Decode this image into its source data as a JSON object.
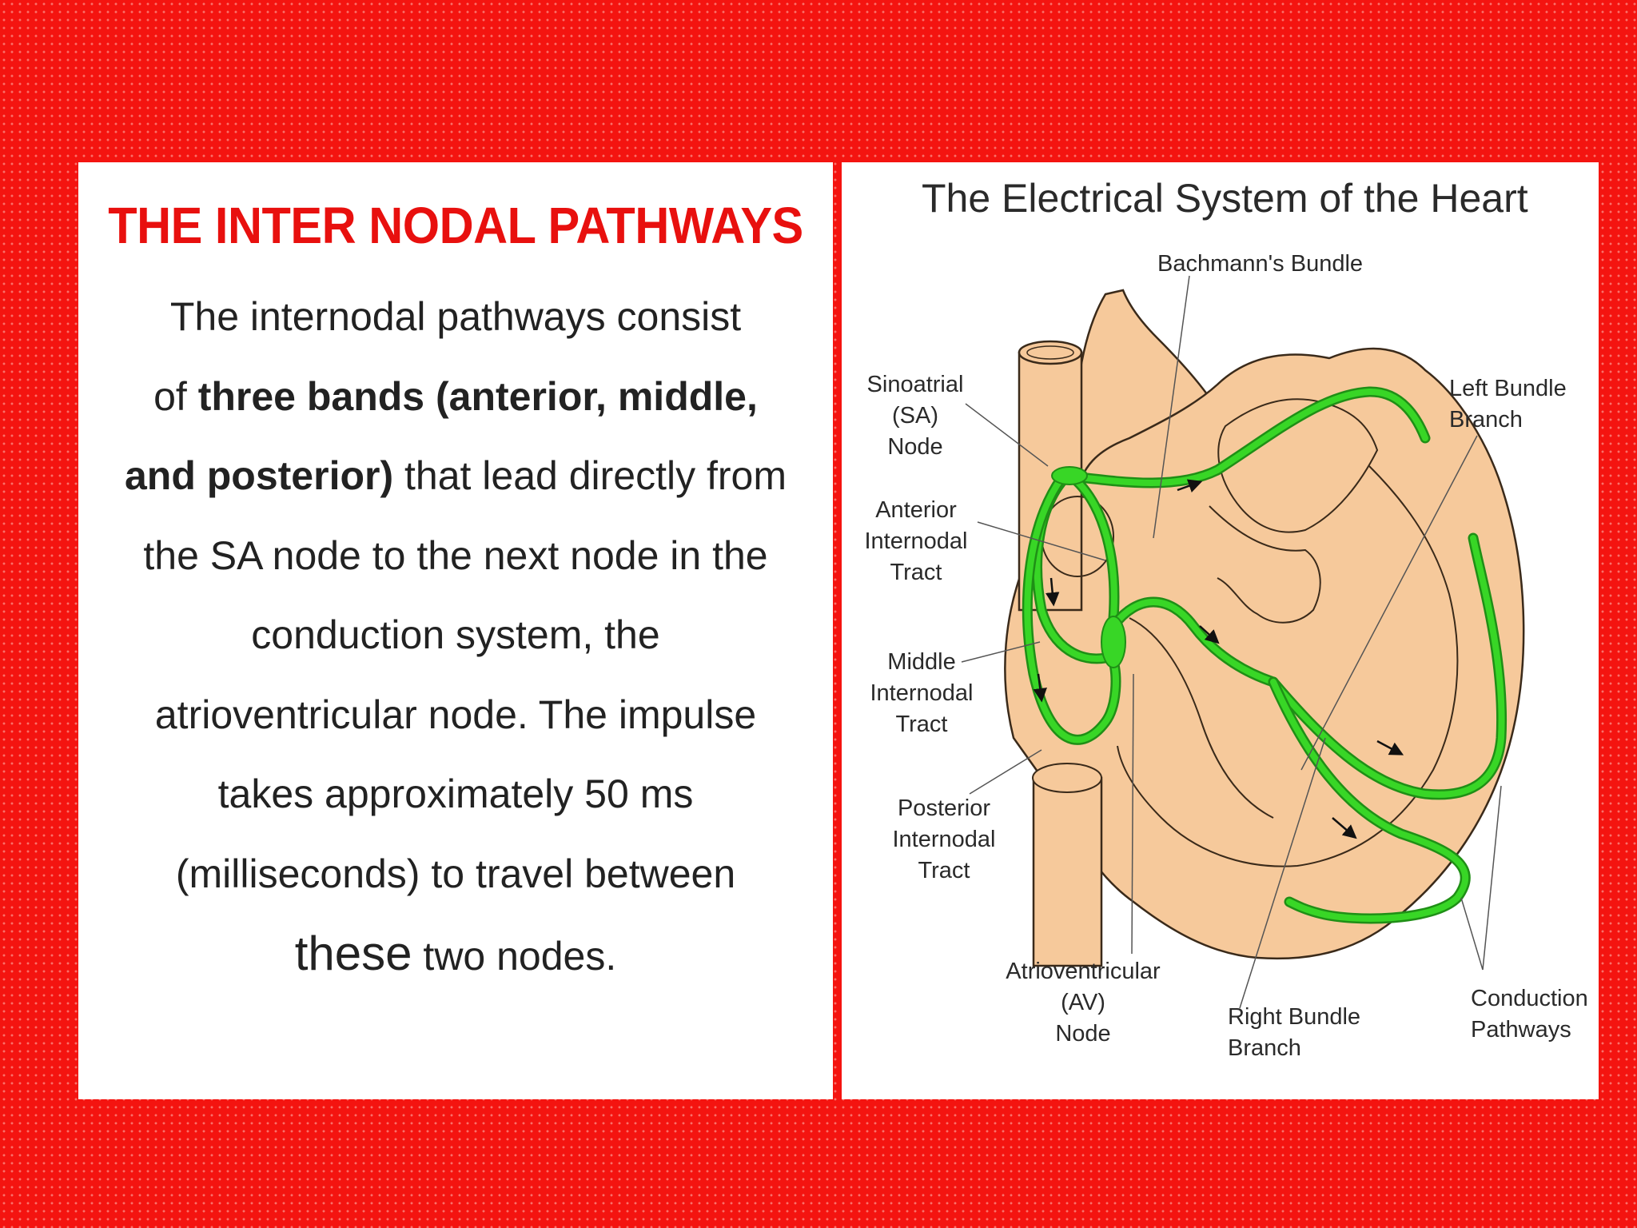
{
  "left": {
    "title": "THE INTER NODAL PATHWAYS",
    "lines": [
      {
        "a": "The internodal pathways consist",
        "b": "",
        "c": ""
      },
      {
        "a": "of ",
        "b": "three bands (anterior, middle,",
        "c": ""
      },
      {
        "a": "",
        "b": "and posterior)",
        "c": " that lead directly from"
      },
      {
        "a": "the SA node to the next node in the",
        "b": "",
        "c": ""
      },
      {
        "a": "conduction system, the",
        "b": "",
        "c": ""
      },
      {
        "a": "atrioventricular node. The impulse",
        "b": "",
        "c": ""
      },
      {
        "a": "takes approximately 50 ms",
        "b": "",
        "c": ""
      },
      {
        "a": "(milliseconds) to travel between",
        "b": "",
        "c": ""
      }
    ],
    "last_big": "these",
    "last_rest": " two nodes."
  },
  "diagram": {
    "title": "The Electrical System of the Heart",
    "labels": {
      "bachmann": "Bachmann's Bundle",
      "sa": [
        "Sinoatrial",
        "(SA)",
        "Node"
      ],
      "anterior": [
        "Anterior",
        "Internodal",
        "Tract"
      ],
      "middle": [
        "Middle",
        "Internodal",
        "Tract"
      ],
      "posterior": [
        "Posterior",
        "Internodal",
        "Tract"
      ],
      "av": [
        "Atrioventricular",
        "(AV)",
        "Node"
      ],
      "right_bundle": [
        "Right Bundle",
        "Branch"
      ],
      "left_bundle": [
        "Left Bundle",
        "Branch"
      ],
      "conduction": [
        "Conduction",
        "Pathways"
      ]
    },
    "colors": {
      "heart_fill": "#f6c99b",
      "outline": "#3a2a1a",
      "pathway": "#38d626",
      "pathway_edge": "#1f8f16",
      "background": "#f41410"
    }
  }
}
